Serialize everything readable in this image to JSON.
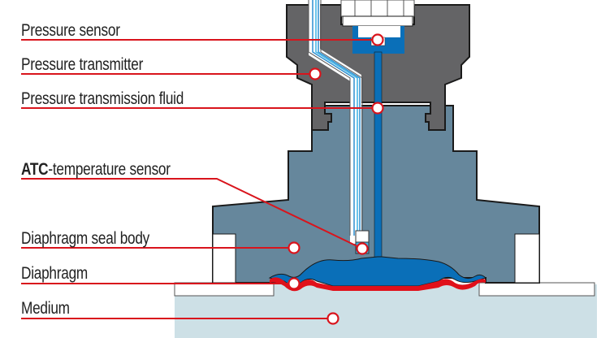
{
  "title": "Diaphragm seal with pressure transmitter cross-section",
  "labels": {
    "pressure_sensor": "Pressure sensor",
    "pressure_transmitter": "Pressure transmitter",
    "pressure_transmission_fluid": "Pressure transmission fluid",
    "atc_bold": "ATC",
    "atc_rest": "-temperature sensor",
    "diaphragm_seal_body": "Diaphragm seal body",
    "diaphragm": "Diaphragm",
    "medium": "Medium"
  },
  "colors": {
    "leader_line": "#d9141c",
    "transmitter_body": "#646466",
    "seal_body": "#66879c",
    "fluid": "#0a6fb8",
    "fluid_light": "#3cb4e6",
    "diaphragm": "#e0101a",
    "medium": "#cde0e6",
    "outline": "#1a1a1a"
  }
}
